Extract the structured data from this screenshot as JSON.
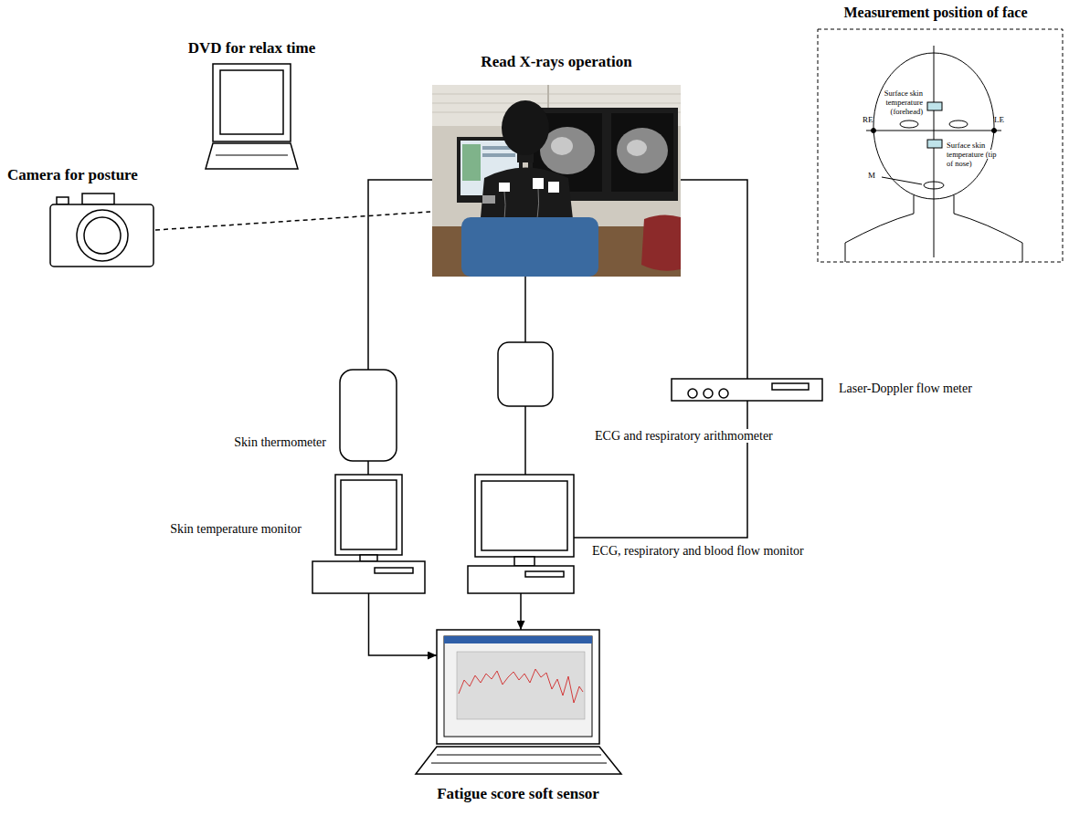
{
  "diagram": {
    "nodes": [
      {
        "text": [
          "DVD for relax time"
        ]
      },
      {
        "text": [
          "Read X-rays operation"
        ]
      },
      {
        "text": [
          "Measurement position of face"
        ]
      },
      {
        "text": [
          "Surface skin temperature (forehead)"
        ],
        "in": 2
      },
      {
        "text": [
          "Surface skin temperature (tip of nose)"
        ],
        "in": 2
      },
      {
        "text": [
          "Camera for posture"
        ]
      },
      {
        "text": [
          "Skin thermometer"
        ]
      },
      {
        "text": [
          "ECG and respiratory arithmometer"
        ]
      },
      {
        "text": [
          "Laser-Doppler flow meter"
        ]
      },
      {
        "text": [
          "Skin temperature monitor"
        ]
      },
      {
        "text": [
          "ECG, respiratory and blood flow monitor"
        ]
      },
      {
        "text": [
          "Fatigue score soft sensor"
        ]
      }
    ],
    "edges": [
      {
        "from": 5,
        "to": 1,
        "arrow": "none"
      },
      {
        "from": 1,
        "to": 6,
        "arrow": "none"
      },
      {
        "from": 1,
        "to": 7,
        "arrow": "none"
      },
      {
        "from": 1,
        "to": 8,
        "arrow": "none"
      },
      {
        "from": 6,
        "to": 9,
        "arrow": "none"
      },
      {
        "from": 7,
        "to": 10,
        "arrow": "none"
      },
      {
        "from": 8,
        "to": 10,
        "arrow": "none"
      },
      {
        "from": 9,
        "to": 11,
        "arrow": "to"
      },
      {
        "from": 10,
        "to": 11,
        "arrow": "to"
      }
    ],
    "labels": [
      "RE",
      "LE",
      "M"
    ]
  }
}
